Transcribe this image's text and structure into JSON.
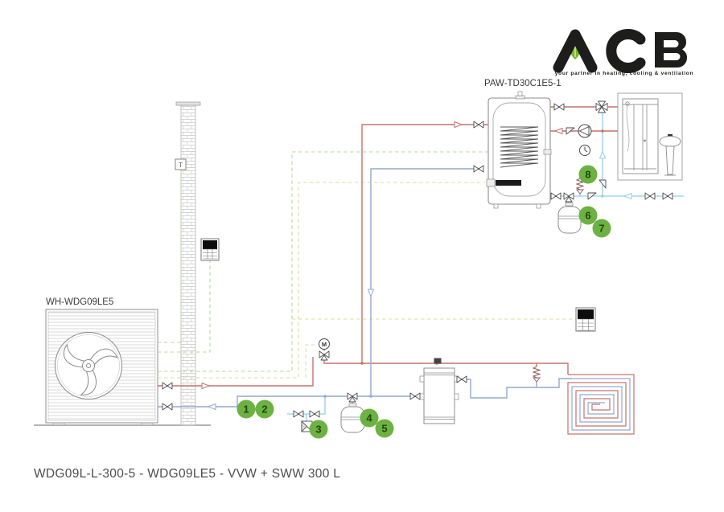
{
  "logo": {
    "name": "ACB",
    "tagline": "your partner in heating, cooling & ventilation",
    "leaf_color": "#76b82a",
    "text_color": "#1d1d1b"
  },
  "labels": {
    "tank_model": "PAW-TD30C1E5-1",
    "heat_pump_model": "WH-WDG09LE5",
    "wall_sensor": "T",
    "motor_valve": "M"
  },
  "caption": "WDG09L-L-300-5 - WDG09LE5 - VVW + SWW 300 L",
  "callouts": [
    "1",
    "2",
    "3",
    "4",
    "5",
    "6",
    "7",
    "8"
  ],
  "colors": {
    "hot_pipe": "#c4736d",
    "heating_return_pipe": "#93a9cc",
    "cold_water_pipe": "#92cdeb",
    "signal_green_dashed": "#b7d9a0",
    "signal_yellow_dashed": "#dedc9e",
    "callout_bg": "#6cb242",
    "callout_text": "#26430f",
    "equipment_outline": "#8c8c8c"
  }
}
